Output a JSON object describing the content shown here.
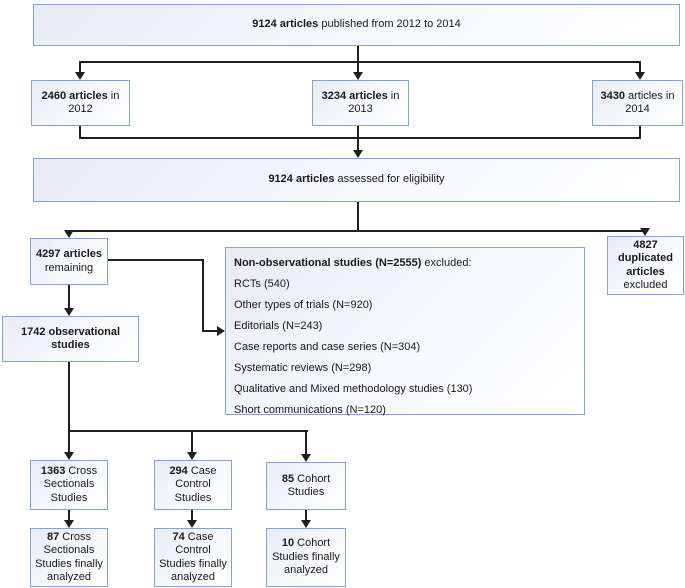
{
  "diagram": {
    "type": "flowchart",
    "topic": "Article screening flow, 2012-2014"
  },
  "colors": {
    "box_border": "#7da4d4",
    "box_fill_top": "#e8ecf3",
    "box_fill_bottom": "#ffffff",
    "connector": "#1f1f1f",
    "text": "#1a1a1a"
  },
  "boxes": {
    "published": {
      "bold": "9124 articles",
      "rest": " published from 2012 to 2014"
    },
    "year2012": {
      "bold": "2460 articles",
      "rest": " in 2012"
    },
    "year2013": {
      "bold": "3234 articles",
      "rest": " in 2013"
    },
    "year2014": {
      "bold": "3430",
      "rest": " articles in 2014"
    },
    "eligibility": {
      "bold": "9124 articles",
      "rest": " assessed for eligibility"
    },
    "remaining": {
      "bold": "4297 articles",
      "rest": " remaining"
    },
    "duplicated": {
      "bold": "4827 duplicated articles",
      "rest": " excluded"
    },
    "observational": {
      "bold": "1742 observational studies",
      "rest": ""
    },
    "cross_sectional": {
      "bold": "1363",
      "rest": " Cross Sectionals Studies"
    },
    "case_control": {
      "bold": "294",
      "rest": " Case Control Studies"
    },
    "cohort": {
      "bold": "85",
      "rest": " Cohort Studies"
    },
    "cross_sectional_final": {
      "bold": "87",
      "rest": " Cross Sectionals Studies finally analyzed"
    },
    "case_control_final": {
      "bold": "74",
      "rest": " Case Control Studies finally analyzed"
    },
    "cohort_final": {
      "bold": "10",
      "rest": " Cohort Studies finally analyzed"
    }
  },
  "exclusion": {
    "header_bold": "Non-observational studies (N=2555)",
    "header_rest": " excluded:",
    "items": [
      "RCTs (540)",
      "Other types of trials (N=920)",
      "Editorials (N=243)",
      "Case reports and case series (N=304)",
      "Systematic reviews (N=298)",
      "Qualitative and Mixed methodology studies (130)",
      "Short communications (N=120)"
    ]
  }
}
